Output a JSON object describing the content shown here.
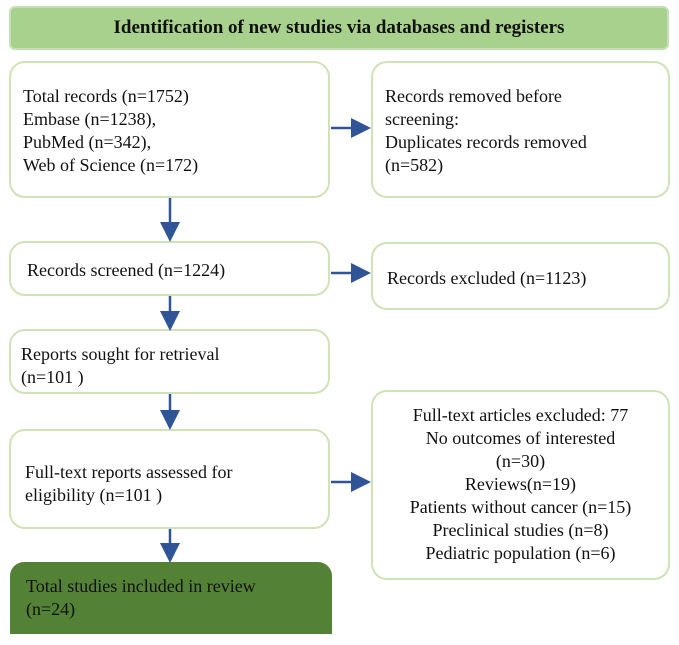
{
  "header": {
    "title": "Identification of new studies via databases and registers"
  },
  "boxes": {
    "total_records": {
      "lines": [
        "Total records (n=1752)",
        "Embase (n=1238),",
        "PubMed (n=342),",
        "Web of Science (n=172)"
      ]
    },
    "records_removed": {
      "lines": [
        "Records removed before",
        "screening:",
        "Duplicates records removed",
        "(n=582)"
      ]
    },
    "records_screened": {
      "lines": [
        "Records screened (n=1224)"
      ]
    },
    "records_excluded": {
      "lines": [
        "Records excluded (n=1123)"
      ]
    },
    "reports_sought": {
      "lines": [
        "Reports sought for retrieval",
        "(n=101 )"
      ]
    },
    "fulltext_assessed": {
      "lines": [
        "Full-text reports assessed for",
        "eligibility  (n=101 )"
      ]
    },
    "fulltext_excluded": {
      "lines": [
        "Full-text articles excluded: 77",
        "No outcomes of interested",
        "(n=30)",
        "Reviews(n=19)",
        "Patients without cancer (n=15)",
        "Preclinical studies (n=8)",
        "Pediatric population (n=6)"
      ]
    },
    "included": {
      "lines": [
        "Total studies included in review",
        "(n=24)"
      ]
    }
  },
  "colors": {
    "header_fill": "#a9d18e",
    "box_border": "#cfe3b6",
    "final_fill": "#538135",
    "arrow": "#2f5597"
  }
}
